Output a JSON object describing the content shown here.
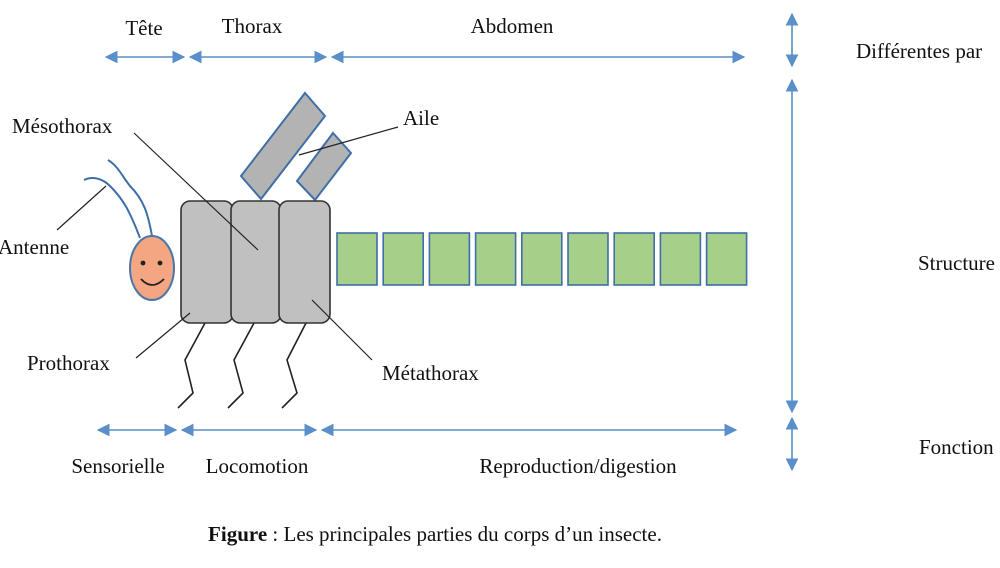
{
  "diagram": {
    "regions": {
      "head": "Tête",
      "thorax": "Thorax",
      "abdomen": "Abdomen"
    },
    "parts": {
      "mesothorax": "Mésothorax",
      "wing": "Aile",
      "antenna": "Antenne",
      "prothorax": "Prothorax",
      "metathorax": "Métathorax"
    },
    "functions": {
      "sensory": "Sensorielle",
      "locomotion": "Locomotion",
      "reproduction": "Reproduction/digestion"
    },
    "levels": {
      "parts": "Différentes par",
      "structure": "Structure",
      "function": "Fonction"
    },
    "caption": {
      "bold": "Figure",
      "text": " : Les principales parties du corps d’un insecte."
    },
    "abdomen_segments": 9,
    "colors": {
      "arrow": "#5b8fc9",
      "head_fill": "#f4a582",
      "head_stroke": "#4a76a8",
      "thorax_fill": "#c0c0c0",
      "thorax_stroke": "#333333",
      "abdomen_fill": "#a6d08a",
      "abdomen_stroke": "#3f6fa6",
      "wing_fill": "#b3b3b3",
      "wing_stroke": "#3f6fa6",
      "antenna": "#3f6fa6"
    }
  }
}
